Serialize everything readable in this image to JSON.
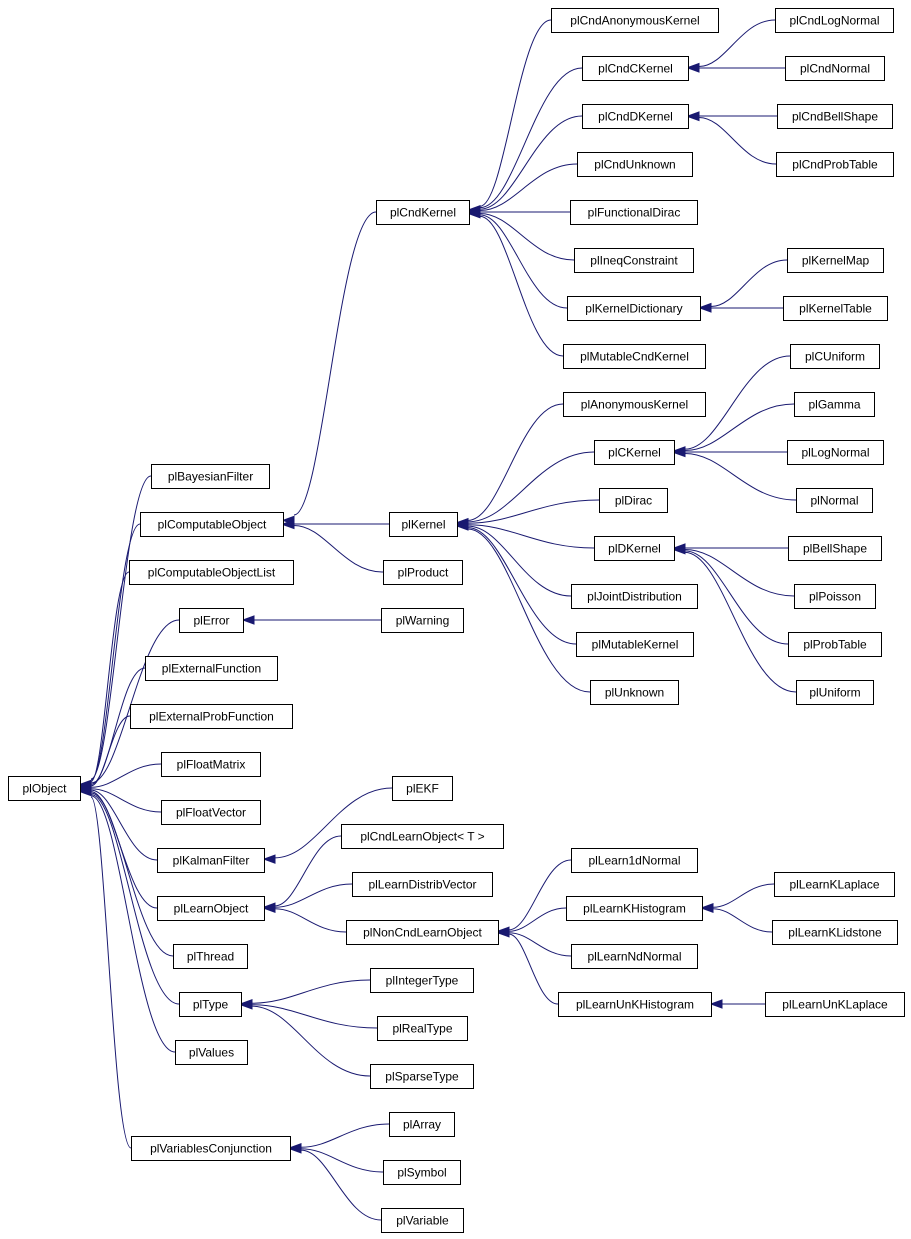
{
  "diagram": {
    "type": "class-inheritance-graph",
    "edge_color": "#191970",
    "node_border_color": "#000000",
    "background": "#ffffff",
    "nodes": [
      {
        "id": "plObject",
        "label": "plObject"
      },
      {
        "id": "plBayesianFilter",
        "label": "plBayesianFilter"
      },
      {
        "id": "plComputableObject",
        "label": "plComputableObject"
      },
      {
        "id": "plComputableObjectList",
        "label": "plComputableObjectList"
      },
      {
        "id": "plError",
        "label": "plError"
      },
      {
        "id": "plExternalFunction",
        "label": "plExternalFunction"
      },
      {
        "id": "plExternalProbFunction",
        "label": "plExternalProbFunction"
      },
      {
        "id": "plFloatMatrix",
        "label": "plFloatMatrix"
      },
      {
        "id": "plFloatVector",
        "label": "plFloatVector"
      },
      {
        "id": "plKalmanFilter",
        "label": "plKalmanFilter"
      },
      {
        "id": "plLearnObject",
        "label": "plLearnObject"
      },
      {
        "id": "plThread",
        "label": "plThread"
      },
      {
        "id": "plType",
        "label": "plType"
      },
      {
        "id": "plValues",
        "label": "plValues"
      },
      {
        "id": "plVariablesConjunction",
        "label": "plVariablesConjunction"
      },
      {
        "id": "plCndKernel",
        "label": "plCndKernel"
      },
      {
        "id": "plKernel",
        "label": "plKernel"
      },
      {
        "id": "plProduct",
        "label": "plProduct"
      },
      {
        "id": "plWarning",
        "label": "plWarning"
      },
      {
        "id": "plEKF",
        "label": "plEKF"
      },
      {
        "id": "plCndLearnObjectT",
        "label": "plCndLearnObject< T >"
      },
      {
        "id": "plLearnDistribVector",
        "label": "plLearnDistribVector"
      },
      {
        "id": "plNonCndLearnObject",
        "label": "plNonCndLearnObject"
      },
      {
        "id": "plIntegerType",
        "label": "plIntegerType"
      },
      {
        "id": "plRealType",
        "label": "plRealType"
      },
      {
        "id": "plSparseType",
        "label": "plSparseType"
      },
      {
        "id": "plArray",
        "label": "plArray"
      },
      {
        "id": "plSymbol",
        "label": "plSymbol"
      },
      {
        "id": "plVariable",
        "label": "plVariable"
      },
      {
        "id": "plCndAnonymousKernel",
        "label": "plCndAnonymousKernel"
      },
      {
        "id": "plCndCKernel",
        "label": "plCndCKernel"
      },
      {
        "id": "plCndDKernel",
        "label": "plCndDKernel"
      },
      {
        "id": "plCndUnknown",
        "label": "plCndUnknown"
      },
      {
        "id": "plFunctionalDirac",
        "label": "plFunctionalDirac"
      },
      {
        "id": "plIneqConstraint",
        "label": "plIneqConstraint"
      },
      {
        "id": "plKernelDictionary",
        "label": "plKernelDictionary"
      },
      {
        "id": "plMutableCndKernel",
        "label": "plMutableCndKernel"
      },
      {
        "id": "plAnonymousKernel",
        "label": "plAnonymousKernel"
      },
      {
        "id": "plCKernel",
        "label": "plCKernel"
      },
      {
        "id": "plDirac",
        "label": "plDirac"
      },
      {
        "id": "plDKernel",
        "label": "plDKernel"
      },
      {
        "id": "plJointDistribution",
        "label": "plJointDistribution"
      },
      {
        "id": "plMutableKernel",
        "label": "plMutableKernel"
      },
      {
        "id": "plUnknown",
        "label": "plUnknown"
      },
      {
        "id": "plLearn1dNormal",
        "label": "plLearn1dNormal"
      },
      {
        "id": "plLearnKHistogram",
        "label": "plLearnKHistogram"
      },
      {
        "id": "plLearnNdNormal",
        "label": "plLearnNdNormal"
      },
      {
        "id": "plLearnUnKHistogram",
        "label": "plLearnUnKHistogram"
      },
      {
        "id": "plCndLogNormal",
        "label": "plCndLogNormal"
      },
      {
        "id": "plCndNormal",
        "label": "plCndNormal"
      },
      {
        "id": "plCndBellShape",
        "label": "plCndBellShape"
      },
      {
        "id": "plCndProbTable",
        "label": "plCndProbTable"
      },
      {
        "id": "plKernelMap",
        "label": "plKernelMap"
      },
      {
        "id": "plKernelTable",
        "label": "plKernelTable"
      },
      {
        "id": "plCUniform",
        "label": "plCUniform"
      },
      {
        "id": "plGamma",
        "label": "plGamma"
      },
      {
        "id": "plLogNormal",
        "label": "plLogNormal"
      },
      {
        "id": "plNormal",
        "label": "plNormal"
      },
      {
        "id": "plBellShape",
        "label": "plBellShape"
      },
      {
        "id": "plPoisson",
        "label": "plPoisson"
      },
      {
        "id": "plProbTable",
        "label": "plProbTable"
      },
      {
        "id": "plUniform",
        "label": "plUniform"
      },
      {
        "id": "plLearnKLaplace",
        "label": "plLearnKLaplace"
      },
      {
        "id": "plLearnKLidstone",
        "label": "plLearnKLidstone"
      },
      {
        "id": "plLearnUnKLaplace",
        "label": "plLearnUnKLaplace"
      }
    ],
    "edges": [
      {
        "parent": "plObject",
        "child": "plBayesianFilter"
      },
      {
        "parent": "plObject",
        "child": "plComputableObject"
      },
      {
        "parent": "plObject",
        "child": "plComputableObjectList"
      },
      {
        "parent": "plObject",
        "child": "plError"
      },
      {
        "parent": "plObject",
        "child": "plExternalFunction"
      },
      {
        "parent": "plObject",
        "child": "plExternalProbFunction"
      },
      {
        "parent": "plObject",
        "child": "plFloatMatrix"
      },
      {
        "parent": "plObject",
        "child": "plFloatVector"
      },
      {
        "parent": "plObject",
        "child": "plKalmanFilter"
      },
      {
        "parent": "plObject",
        "child": "plLearnObject"
      },
      {
        "parent": "plObject",
        "child": "plThread"
      },
      {
        "parent": "plObject",
        "child": "plType"
      },
      {
        "parent": "plObject",
        "child": "plValues"
      },
      {
        "parent": "plObject",
        "child": "plVariablesConjunction"
      },
      {
        "parent": "plComputableObject",
        "child": "plCndKernel"
      },
      {
        "parent": "plComputableObject",
        "child": "plKernel"
      },
      {
        "parent": "plComputableObject",
        "child": "plProduct"
      },
      {
        "parent": "plError",
        "child": "plWarning"
      },
      {
        "parent": "plKalmanFilter",
        "child": "plEKF"
      },
      {
        "parent": "plLearnObject",
        "child": "plCndLearnObjectT"
      },
      {
        "parent": "plLearnObject",
        "child": "plLearnDistribVector"
      },
      {
        "parent": "plLearnObject",
        "child": "plNonCndLearnObject"
      },
      {
        "parent": "plType",
        "child": "plIntegerType"
      },
      {
        "parent": "plType",
        "child": "plRealType"
      },
      {
        "parent": "plType",
        "child": "plSparseType"
      },
      {
        "parent": "plVariablesConjunction",
        "child": "plArray"
      },
      {
        "parent": "plVariablesConjunction",
        "child": "plSymbol"
      },
      {
        "parent": "plVariablesConjunction",
        "child": "plVariable"
      },
      {
        "parent": "plCndKernel",
        "child": "plCndAnonymousKernel"
      },
      {
        "parent": "plCndKernel",
        "child": "plCndCKernel"
      },
      {
        "parent": "plCndKernel",
        "child": "plCndDKernel"
      },
      {
        "parent": "plCndKernel",
        "child": "plCndUnknown"
      },
      {
        "parent": "plCndKernel",
        "child": "plFunctionalDirac"
      },
      {
        "parent": "plCndKernel",
        "child": "plIneqConstraint"
      },
      {
        "parent": "plCndKernel",
        "child": "plKernelDictionary"
      },
      {
        "parent": "plCndKernel",
        "child": "plMutableCndKernel"
      },
      {
        "parent": "plKernel",
        "child": "plAnonymousKernel"
      },
      {
        "parent": "plKernel",
        "child": "plCKernel"
      },
      {
        "parent": "plKernel",
        "child": "plDirac"
      },
      {
        "parent": "plKernel",
        "child": "plDKernel"
      },
      {
        "parent": "plKernel",
        "child": "plJointDistribution"
      },
      {
        "parent": "plKernel",
        "child": "plMutableKernel"
      },
      {
        "parent": "plKernel",
        "child": "plUnknown"
      },
      {
        "parent": "plNonCndLearnObject",
        "child": "plLearn1dNormal"
      },
      {
        "parent": "plNonCndLearnObject",
        "child": "plLearnKHistogram"
      },
      {
        "parent": "plNonCndLearnObject",
        "child": "plLearnNdNormal"
      },
      {
        "parent": "plNonCndLearnObject",
        "child": "plLearnUnKHistogram"
      },
      {
        "parent": "plCndCKernel",
        "child": "plCndLogNormal"
      },
      {
        "parent": "plCndCKernel",
        "child": "plCndNormal"
      },
      {
        "parent": "plCndDKernel",
        "child": "plCndBellShape"
      },
      {
        "parent": "plCndDKernel",
        "child": "plCndProbTable"
      },
      {
        "parent": "plKernelDictionary",
        "child": "plKernelMap"
      },
      {
        "parent": "plKernelDictionary",
        "child": "plKernelTable"
      },
      {
        "parent": "plCKernel",
        "child": "plCUniform"
      },
      {
        "parent": "plCKernel",
        "child": "plGamma"
      },
      {
        "parent": "plCKernel",
        "child": "plLogNormal"
      },
      {
        "parent": "plCKernel",
        "child": "plNormal"
      },
      {
        "parent": "plDKernel",
        "child": "plBellShape"
      },
      {
        "parent": "plDKernel",
        "child": "plPoisson"
      },
      {
        "parent": "plDKernel",
        "child": "plProbTable"
      },
      {
        "parent": "plDKernel",
        "child": "plUniform"
      },
      {
        "parent": "plLearnKHistogram",
        "child": "plLearnKLaplace"
      },
      {
        "parent": "plLearnKHistogram",
        "child": "plLearnKLidstone"
      },
      {
        "parent": "plLearnUnKHistogram",
        "child": "plLearnUnKLaplace"
      }
    ]
  }
}
